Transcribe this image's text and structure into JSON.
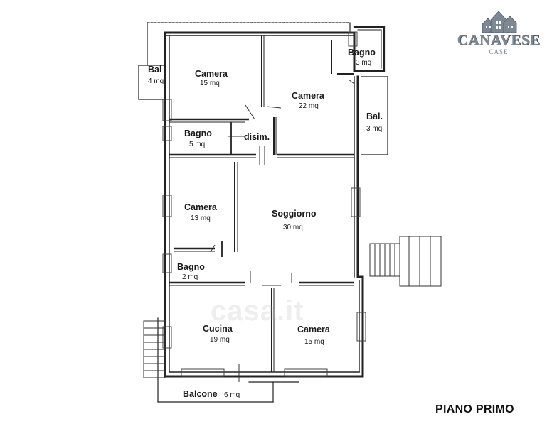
{
  "floor_label": "PIANO PRIMO",
  "logo": {
    "brand": "CANAVESE",
    "sub": "CASE"
  },
  "watermark": "casa.it",
  "rooms": {
    "camera1": {
      "name": "Camera",
      "area": "15 mq"
    },
    "bagno_top": {
      "name": "Bagno",
      "area": "3 mq"
    },
    "bal_left": {
      "name": "Bal",
      "area": "4 mq"
    },
    "camera2": {
      "name": "Camera",
      "area": "22 mq"
    },
    "bal_right": {
      "name": "Bal.",
      "area": "3 mq"
    },
    "bagno_mid": {
      "name": "Bagno",
      "area": "5 mq"
    },
    "disim": {
      "name": "disim."
    },
    "camera3": {
      "name": "Camera",
      "area": "13 mq"
    },
    "soggiorno": {
      "name": "Soggiorno",
      "area": "30 mq"
    },
    "bagno_small": {
      "name": "Bagno",
      "area": "2 mq"
    },
    "cucina": {
      "name": "Cucina",
      "area": "19 mq"
    },
    "camera4": {
      "name": "Camera",
      "area": "15 mq"
    },
    "balcone": {
      "name": "Balcone",
      "area": "6 mq"
    }
  },
  "colors": {
    "wall": "#222222",
    "thin_line": "#444444",
    "logo": "#7d8894"
  }
}
